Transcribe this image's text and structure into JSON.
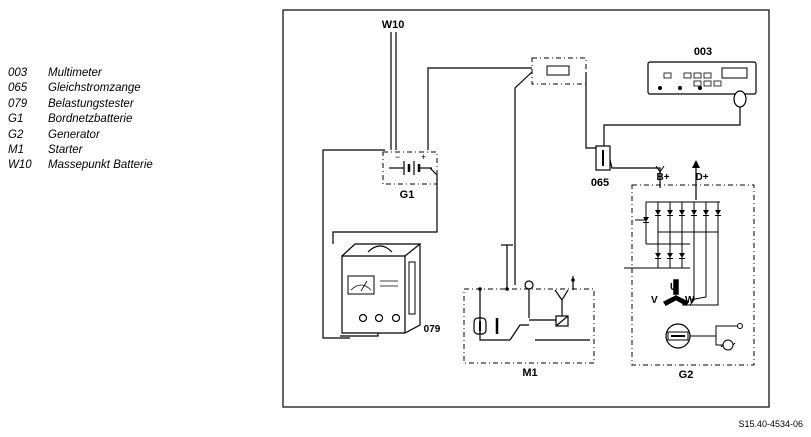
{
  "legend": [
    {
      "code": "003",
      "label": "Multimeter"
    },
    {
      "code": "065",
      "label": "Gleichstromzange"
    },
    {
      "code": "079",
      "label": "Belastungstester"
    },
    {
      "code": "G1",
      "label": "Bordnetzbatterie"
    },
    {
      "code": "G2",
      "label": "Generator"
    },
    {
      "code": "M1",
      "label": "Starter"
    },
    {
      "code": "W10",
      "label": "Massepunkt Batterie"
    }
  ],
  "diagram": {
    "labels": {
      "w10": "W10",
      "g1": "G1",
      "m1": "M1",
      "g2": "G2",
      "c003": "003",
      "c065": "065",
      "c079": "079",
      "bplus": "B+",
      "dplus": "D+",
      "u": "U",
      "v": "V",
      "w": "W",
      "minus": "−",
      "plus": "+"
    }
  },
  "figure_ref": "S15.40-4534-06"
}
